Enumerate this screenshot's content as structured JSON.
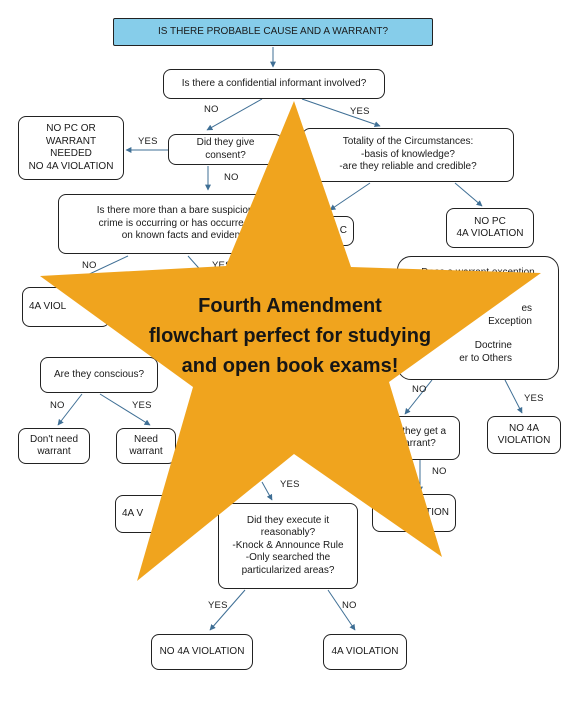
{
  "colors": {
    "top_fill": "#86cdea",
    "arrow": "#3f6f95",
    "star": "#f0a41e"
  },
  "nodes": {
    "probable_cause": "IS THERE PROBABLE CAUSE AND A WARRANT?",
    "informant": "Is there a confidential informant involved?",
    "consent": "Did they give consent?",
    "no_pc_warrant": [
      "NO PC OR",
      "WARRANT",
      "NEEDED",
      "NO 4A VIOLATION"
    ],
    "totality": [
      "Totality of the Circumstances:",
      "-basis of knowledge?",
      "-are they reliable and credible?"
    ],
    "bare_suspicion": [
      "Is there more than a bare suspicion that a",
      "crime is occurring or has occurred based",
      "on known facts and evidence?"
    ],
    "pc_partial": "C",
    "no_pc_violation": [
      "NO PC",
      "4A VIOLATION"
    ],
    "warrant_exception": [
      "Does a warrant exception",
      "apply?",
      "es",
      "Exception",
      "Doctrine",
      "er to Others"
    ],
    "violation_left": "4A VIOL",
    "conscious": "Are they conscious?",
    "dont_need": [
      "Don't need",
      "warrant"
    ],
    "need": [
      "Need",
      "warrant"
    ],
    "get_warrant": [
      "d they get a",
      "arrant?"
    ],
    "no_violation_right": [
      "NO 4A",
      "VIOLATION"
    ],
    "violation_mid_left": "4A V",
    "violation_mid_right": "LATION",
    "execute": [
      "Did they execute it",
      "reasonably?",
      "-Knock & Announce Rule",
      "-Only searched the",
      "particularized areas?"
    ],
    "final_no": "NO 4A VIOLATION",
    "final_yes": "4A VIOLATION"
  },
  "labels": {
    "no1": "NO",
    "yes1": "YES",
    "yes2": "YES",
    "no2": "NO",
    "no3": "NO",
    "yes3": "YES",
    "no4": "NO",
    "yes4": "YES",
    "no5": "NO",
    "yes5": "YES",
    "no6": "NO",
    "yes6": "YES",
    "yes7": "YES",
    "no7": "NO"
  },
  "overlay": {
    "line1": "Fourth Amendment",
    "line2": "flowchart perfect for studying",
    "line3": "and open book exams!"
  }
}
